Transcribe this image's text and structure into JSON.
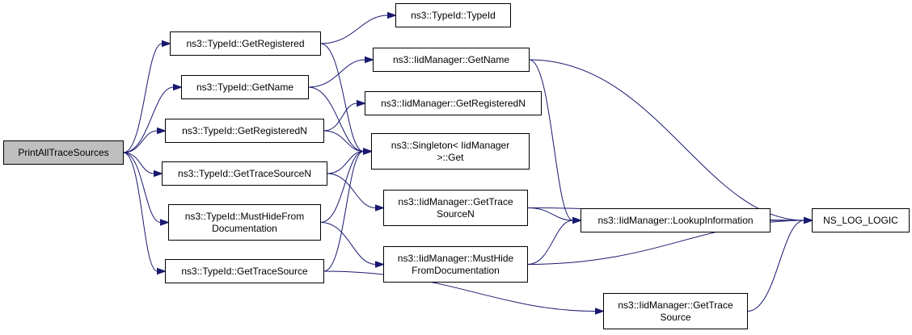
{
  "colors": {
    "edge": "#191970",
    "node_fill": "#ffffff",
    "root_fill": "#bfbfbf",
    "border": "#000000"
  },
  "nodes": {
    "root": {
      "label": [
        "PrintAllTraceSources"
      ],
      "is_root": true
    },
    "typeid_getregistered": {
      "label": [
        "ns3::TypeId::GetRegistered"
      ]
    },
    "typeid_getname": {
      "label": [
        "ns3::TypeId::GetName"
      ]
    },
    "typeid_getregisteredn": {
      "label": [
        "ns3::TypeId::GetRegisteredN"
      ]
    },
    "typeid_gettracesourcen": {
      "label": [
        "ns3::TypeId::GetTraceSourceN"
      ]
    },
    "typeid_musthidefromdoc": {
      "label": [
        "ns3::TypeId::MustHideFrom",
        "Documentation"
      ]
    },
    "typeid_gettracesource": {
      "label": [
        "ns3::TypeId::GetTraceSource"
      ]
    },
    "typeid_typeid": {
      "label": [
        "ns3::TypeId::TypeId"
      ]
    },
    "iid_getname": {
      "label": [
        "ns3::IidManager::GetName"
      ]
    },
    "iid_getregisteredn": {
      "label": [
        "ns3::IidManager::GetRegisteredN"
      ]
    },
    "singleton_get": {
      "label": [
        "ns3::Singleton< IidManager",
        ">::Get"
      ]
    },
    "iid_gettracesourcen": {
      "label": [
        "ns3::IidManager::GetTrace",
        "SourceN"
      ]
    },
    "iid_musthidefromdoc": {
      "label": [
        "ns3::IidManager::MustHide",
        "FromDocumentation"
      ]
    },
    "iid_lookupinformation": {
      "label": [
        "ns3::IidManager::LookupInformation"
      ]
    },
    "iid_gettracesource": {
      "label": [
        "ns3::IidManager::GetTrace",
        "Source"
      ]
    },
    "ns_log_logic": {
      "label": [
        "NS_LOG_LOGIC"
      ]
    }
  },
  "edges": [
    [
      "root",
      "typeid_getregistered"
    ],
    [
      "root",
      "typeid_getname"
    ],
    [
      "root",
      "typeid_getregisteredn"
    ],
    [
      "root",
      "typeid_gettracesourcen"
    ],
    [
      "root",
      "typeid_musthidefromdoc"
    ],
    [
      "root",
      "typeid_gettracesource"
    ],
    [
      "typeid_getregistered",
      "typeid_typeid"
    ],
    [
      "typeid_getregistered",
      "singleton_get"
    ],
    [
      "typeid_getname",
      "iid_getname"
    ],
    [
      "typeid_getname",
      "singleton_get"
    ],
    [
      "typeid_getregisteredn",
      "iid_getregisteredn"
    ],
    [
      "typeid_getregisteredn",
      "singleton_get"
    ],
    [
      "typeid_gettracesourcen",
      "singleton_get"
    ],
    [
      "typeid_gettracesourcen",
      "iid_gettracesourcen"
    ],
    [
      "typeid_musthidefromdoc",
      "singleton_get"
    ],
    [
      "typeid_musthidefromdoc",
      "iid_musthidefromdoc"
    ],
    [
      "typeid_gettracesource",
      "singleton_get"
    ],
    [
      "typeid_gettracesource",
      "iid_gettracesource"
    ],
    [
      "iid_getname",
      "iid_lookupinformation"
    ],
    [
      "iid_getname",
      "ns_log_logic"
    ],
    [
      "iid_gettracesourcen",
      "iid_lookupinformation"
    ],
    [
      "iid_gettracesourcen",
      "ns_log_logic"
    ],
    [
      "iid_musthidefromdoc",
      "iid_lookupinformation"
    ],
    [
      "iid_musthidefromdoc",
      "ns_log_logic"
    ],
    [
      "iid_lookupinformation",
      "ns_log_logic"
    ],
    [
      "iid_gettracesource",
      "ns_log_logic"
    ]
  ]
}
